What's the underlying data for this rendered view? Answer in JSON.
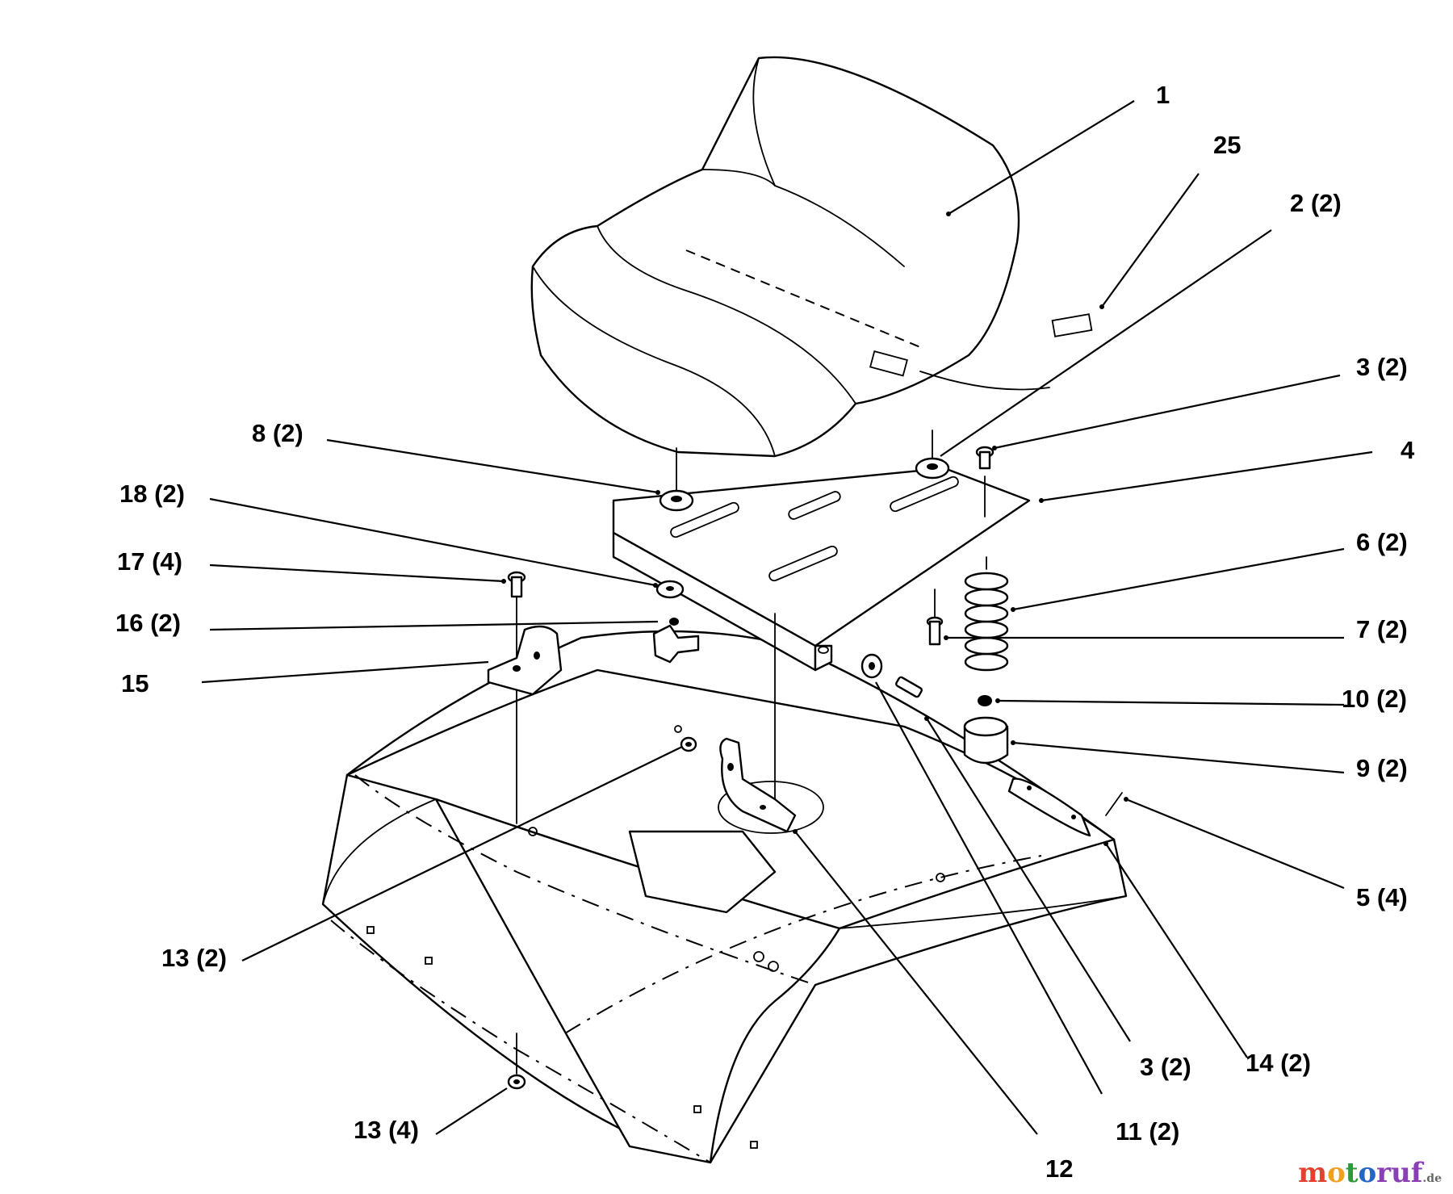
{
  "labels": [
    {
      "id": "1",
      "text": "1"
    },
    {
      "id": "25",
      "text": "25"
    },
    {
      "id": "2",
      "text": "2 (2)"
    },
    {
      "id": "3a",
      "text": "3 (2)"
    },
    {
      "id": "4",
      "text": "4"
    },
    {
      "id": "6",
      "text": "6 (2)"
    },
    {
      "id": "7",
      "text": "7 (2)"
    },
    {
      "id": "10",
      "text": "10 (2)"
    },
    {
      "id": "9",
      "text": "9 (2)"
    },
    {
      "id": "5",
      "text": "5 (4)"
    },
    {
      "id": "14",
      "text": "14 (2)"
    },
    {
      "id": "3b",
      "text": "3 (2)"
    },
    {
      "id": "11",
      "text": "11 (2)"
    },
    {
      "id": "12",
      "text": "12"
    },
    {
      "id": "13b",
      "text": "13 (4)"
    },
    {
      "id": "13a",
      "text": "13 (2)"
    },
    {
      "id": "15",
      "text": "15"
    },
    {
      "id": "16",
      "text": "16 (2)"
    },
    {
      "id": "17",
      "text": "17 (4)"
    },
    {
      "id": "18",
      "text": "18 (2)"
    },
    {
      "id": "8",
      "text": "8 (2)"
    }
  ],
  "watermark": {
    "m": "m",
    "o": "o",
    "t": "t",
    "o2": "o",
    "ruf": "ruf",
    "tld": ".de"
  }
}
